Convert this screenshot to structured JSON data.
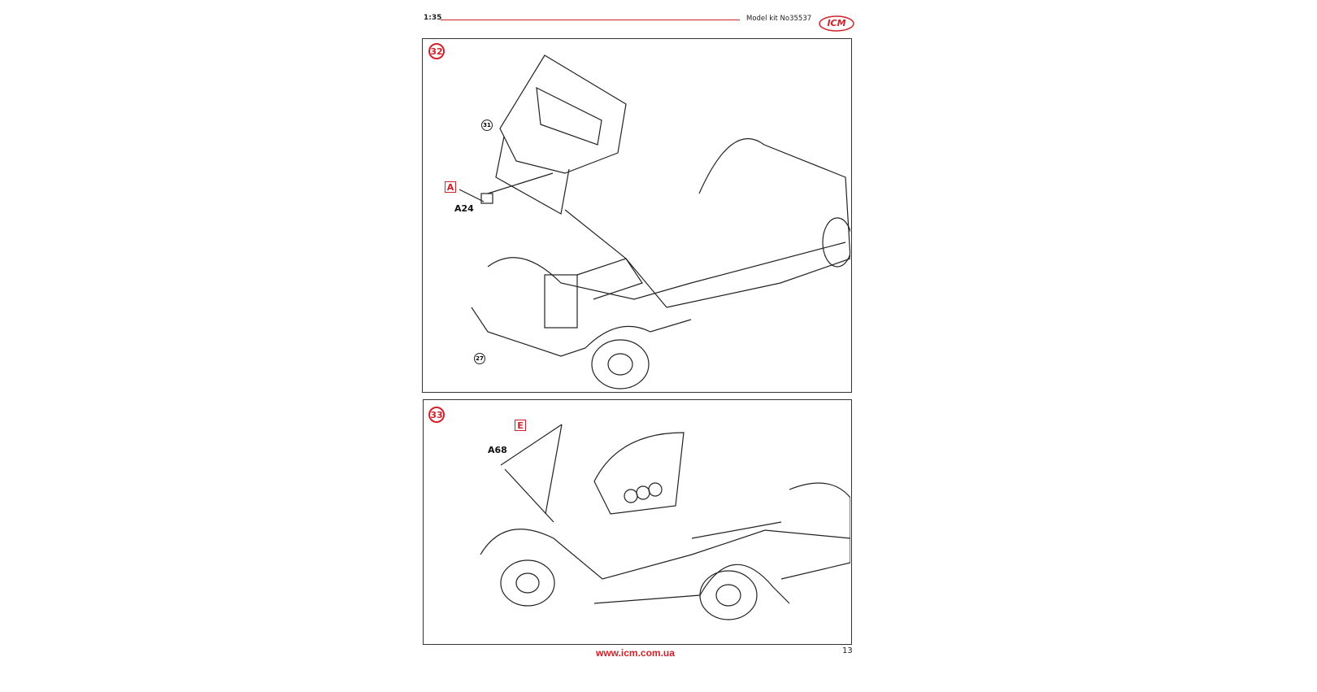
{
  "header": {
    "scale": "1:35",
    "model_kit": "Model kit No35537",
    "logo": "ICM"
  },
  "steps": [
    {
      "number": "32",
      "refs": [
        "31",
        "27"
      ],
      "tag": "A",
      "part": "A24"
    },
    {
      "number": "33",
      "tag": "E",
      "part": "A68"
    }
  ],
  "footer": {
    "url": "www.icm.com.ua",
    "page": "13"
  },
  "colors": {
    "accent": "#d0222a"
  }
}
